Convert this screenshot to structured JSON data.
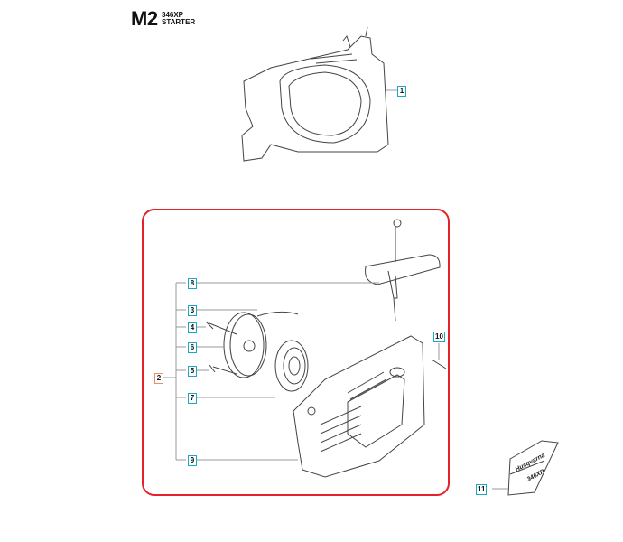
{
  "header": {
    "code": "M2",
    "model": "346XP",
    "name": "STARTER"
  },
  "callouts": {
    "p1": "1",
    "p2": "2",
    "p3": "3",
    "p4": "4",
    "p5": "5",
    "p6": "6",
    "p7": "7",
    "p8": "8",
    "p9": "9",
    "p10": "10",
    "p11": "11"
  },
  "decal": {
    "brand": "Husqvarna",
    "model": "346XP"
  },
  "colors": {
    "group_border": "#e3222b",
    "callout_border": "#19a9c2",
    "assembly_callout_border": "#e69070"
  }
}
